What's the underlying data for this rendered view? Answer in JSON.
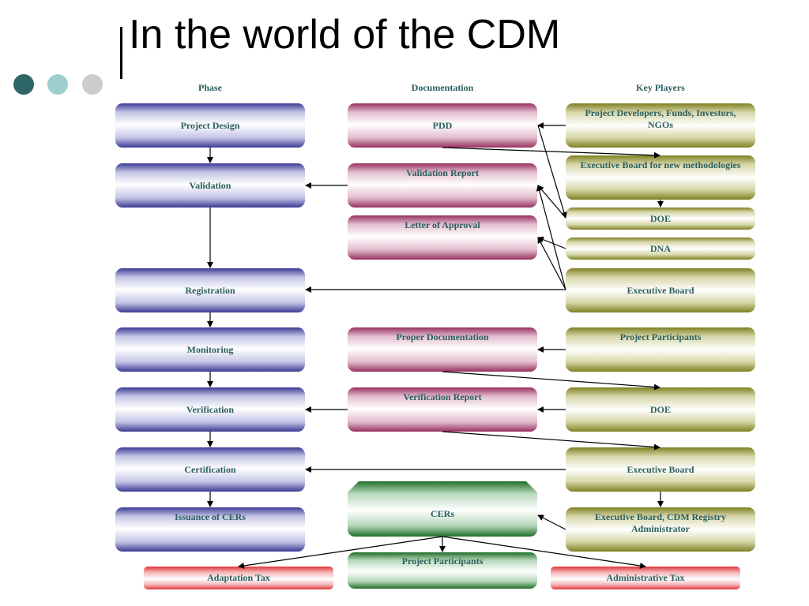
{
  "title": "In the world of the CDM",
  "headers": {
    "phase": "Phase",
    "documentation": "Documentation",
    "key_players": "Key Players"
  },
  "phase": {
    "project_design": "Project Design",
    "validation": "Validation",
    "registration": "Registration",
    "monitoring": "Monitoring",
    "verification": "Verification",
    "certification": "Certification",
    "issuance": "Issuance of CERs"
  },
  "documentation": {
    "pdd": "PDD",
    "validation_report": "Validation Report",
    "letter_of_approval": "Letter of Approval",
    "proper_documentation": "Proper Documentation",
    "verification_report": "Verification Report",
    "cers": "CERs",
    "project_participants": "Project Participants"
  },
  "players": {
    "developers": "Project Developers, Funds, Investors, NGOs",
    "eb_methodologies": "Executive Board for new methodologies",
    "doe_1": "DOE",
    "dna": "DNA",
    "executive_board_1": "Executive Board",
    "project_participants": "Project Participants",
    "doe_2": "DOE",
    "executive_board_2": "Executive Board",
    "eb_registry": "Executive Board, CDM Registry Administrator"
  },
  "taxes": {
    "adaptation": "Adaptation Tax",
    "administrative": "Administrative Tax"
  },
  "colors": {
    "dot_dark": "#2e6667",
    "dot_teal": "#9ecfcf",
    "dot_gray": "#cccccc",
    "label_text": "#2b5f5f"
  }
}
